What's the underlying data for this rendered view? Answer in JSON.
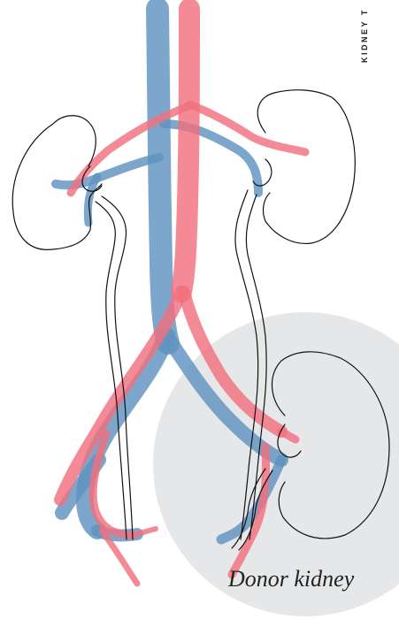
{
  "figure": {
    "side_title": "KIDNEY T",
    "donor_label": "Donor kidney"
  },
  "colors": {
    "vein": "#5f93bf",
    "artery": "#f0707e",
    "outline": "#111111",
    "donor_disc": "#e5e7e8",
    "background": "#ffffff"
  },
  "icons": [
    "native-kidney-left",
    "native-kidney-right",
    "donor-kidney"
  ]
}
